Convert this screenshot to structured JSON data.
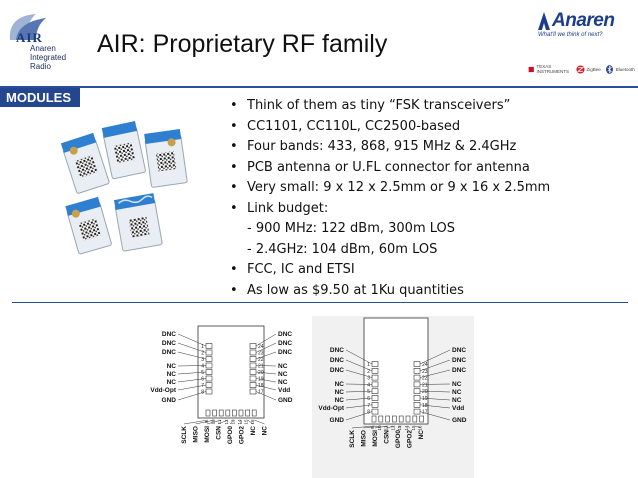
{
  "header": {
    "title": "AIR: Proprietary RF family",
    "air_logo": {
      "badge": "AIR",
      "caption": [
        "Anaren",
        "Integrated",
        "Radio"
      ]
    },
    "anaren_logo": {
      "name": "Anaren",
      "tagline": "What'll we think of next?"
    },
    "partners": [
      {
        "icon": "texas-instruments-icon",
        "label": "TEXAS INSTRUMENTS"
      },
      {
        "icon": "zigbee-icon",
        "label": "ZigBee"
      },
      {
        "icon": "bluetooth-icon",
        "label": "Bluetooth"
      }
    ]
  },
  "section": {
    "label": "MODULES"
  },
  "bullets": [
    {
      "marker": "•",
      "text": "Think of them as tiny “FSK transceivers”"
    },
    {
      "marker": "•",
      "text": "CC1101, CC110L, CC2500-based"
    },
    {
      "marker": "•",
      "text": "Four bands: 433, 868, 915 MHz & 2.4GHz"
    },
    {
      "marker": "•",
      "text": "PCB antenna or U.FL connector for antenna"
    },
    {
      "marker": "•",
      "text": "Very small:  9 x 12 x 2.5mm or 9 x 16 x 2.5mm"
    },
    {
      "marker": "•",
      "text": "Link budget:"
    },
    {
      "marker": "",
      "text": "- 900 MHz: 122 dBm, 300m LOS"
    },
    {
      "marker": "",
      "text": "- 2.4GHz: 104 dBm, 60m LOS"
    },
    {
      "marker": "•",
      "text": "FCC, IC and ETSI"
    },
    {
      "marker": "•",
      "text": "As low as $9.50 at 1Ku quantities"
    }
  ],
  "pinout_left": {
    "left_labels": [
      "DNC",
      "DNC",
      "DNC",
      "NC",
      "NC",
      "NC",
      "Vdd-Opt",
      "GND"
    ],
    "right_labels": [
      "DNC",
      "DNC",
      "DNC",
      "NC",
      "NC",
      "NC",
      "Vdd",
      "GND"
    ],
    "bottom_labels": [
      "SCLK",
      "MISO",
      "MOSI",
      "CSN",
      "GPO0",
      "GPO2",
      "NC",
      "NC"
    ],
    "left_numbers": [
      "1",
      "2",
      "3",
      "4",
      "5",
      "6",
      "7",
      "8"
    ],
    "right_numbers": [
      "24",
      "23",
      "22",
      "21",
      "20",
      "19",
      "18",
      "17"
    ],
    "bottom_numbers": [
      "9",
      "10",
      "11",
      "12",
      "13",
      "14",
      "15",
      "16"
    ]
  },
  "pinout_right": {
    "left_labels": [
      "DNC",
      "DNC",
      "DNC",
      "NC",
      "NC",
      "NC",
      "Vdd-Opt",
      "GND"
    ],
    "right_labels": [
      "DNC",
      "DNC",
      "DNC",
      "NC",
      "NC",
      "NC",
      "Vdd",
      "GND"
    ],
    "bottom_labels": [
      "SCLK",
      "MISO",
      "MOSI",
      "CSN",
      "GPO0",
      "GPO2",
      "NC"
    ],
    "left_numbers": [
      "1",
      "2",
      "3",
      "4",
      "5",
      "6",
      "7",
      "8"
    ],
    "right_numbers": [
      "24",
      "23",
      "22",
      "21",
      "20",
      "19",
      "18",
      "17"
    ],
    "bottom_numbers": [
      "9",
      "10",
      "11",
      "12",
      "13",
      "14",
      "15",
      "16"
    ]
  },
  "colors": {
    "brand_blue": "#23468e",
    "rule": "#2a4f9a",
    "module_blue": "#2f7fd0"
  }
}
